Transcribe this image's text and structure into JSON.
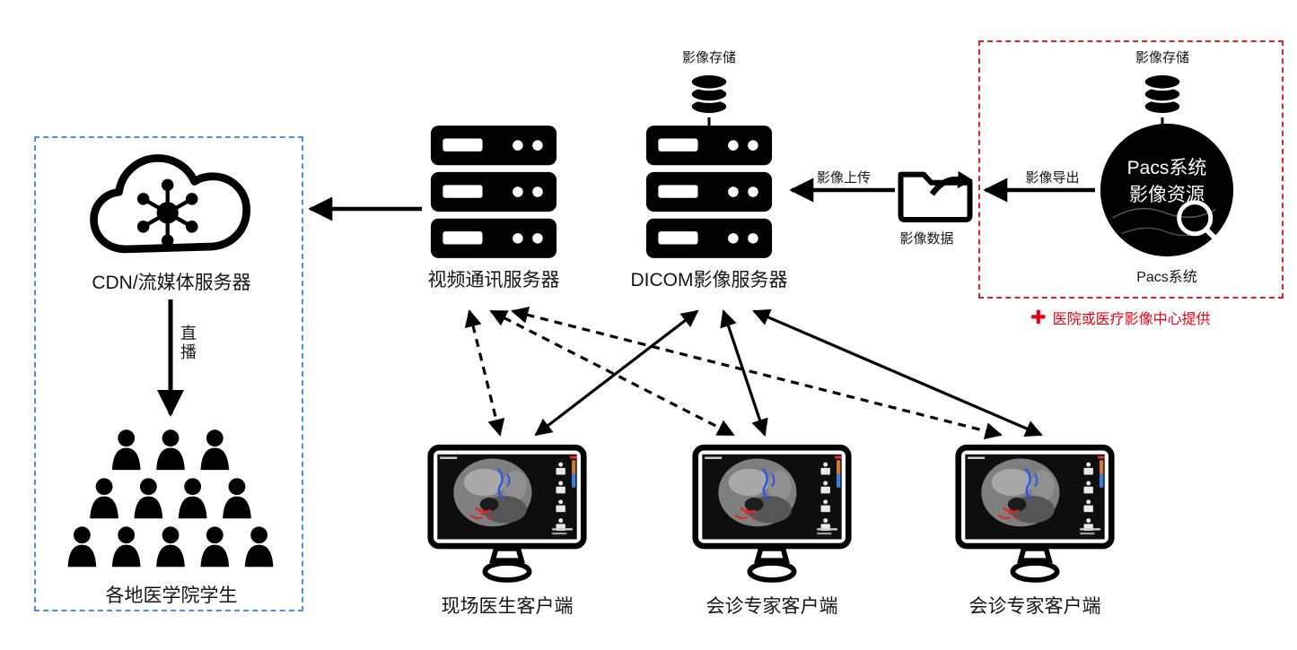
{
  "cdn": {
    "label": "CDN/流媒体服务器"
  },
  "live": {
    "label": "直播"
  },
  "students": {
    "label": "各地医学院学生"
  },
  "video_server": {
    "label": "视频通讯服务器"
  },
  "dicom_server": {
    "label": "DICOM影像服务器",
    "storage_label": "影像存储"
  },
  "flows": {
    "upload": "影像上传",
    "export": "影像导出",
    "folder": "影像数据"
  },
  "pacs": {
    "storage_label": "影像存储",
    "circle_line1": "Pacs系统",
    "circle_line2": "影像资源",
    "caption": "Pacs系统",
    "note_plus": "✚",
    "note_text": "医院或医疗影像中心提供"
  },
  "clients": [
    {
      "label": "现场医生客户端"
    },
    {
      "label": "会诊专家客户端"
    },
    {
      "label": "会诊专家客户端"
    }
  ],
  "colors": {
    "box_blue": "#4b8fdc",
    "box_red": "#e02222",
    "note_red": "#e60012",
    "ink": "#000000"
  }
}
